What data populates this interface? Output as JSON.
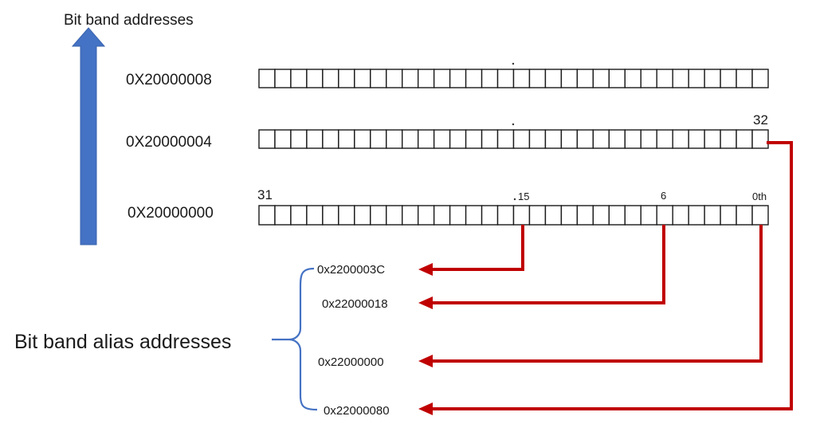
{
  "title": "Bit band addresses",
  "alias_title": "Bit band alias addresses",
  "word_addresses": [
    "0X20000008",
    "0X20000004",
    "0X20000000"
  ],
  "bit_labels": {
    "msb": "31",
    "bit15": "15",
    "bit6": "6",
    "bit0": "0th",
    "bit32": "32"
  },
  "alias_addresses": [
    "0x2200003C",
    "0x22000018",
    "0x22000000",
    "0x22000080"
  ],
  "register": {
    "cells_per_row": 32
  },
  "colors": {
    "arrow_blue": "#4472c4",
    "connector_red": "#c00000",
    "brace_blue": "#4472c4"
  }
}
